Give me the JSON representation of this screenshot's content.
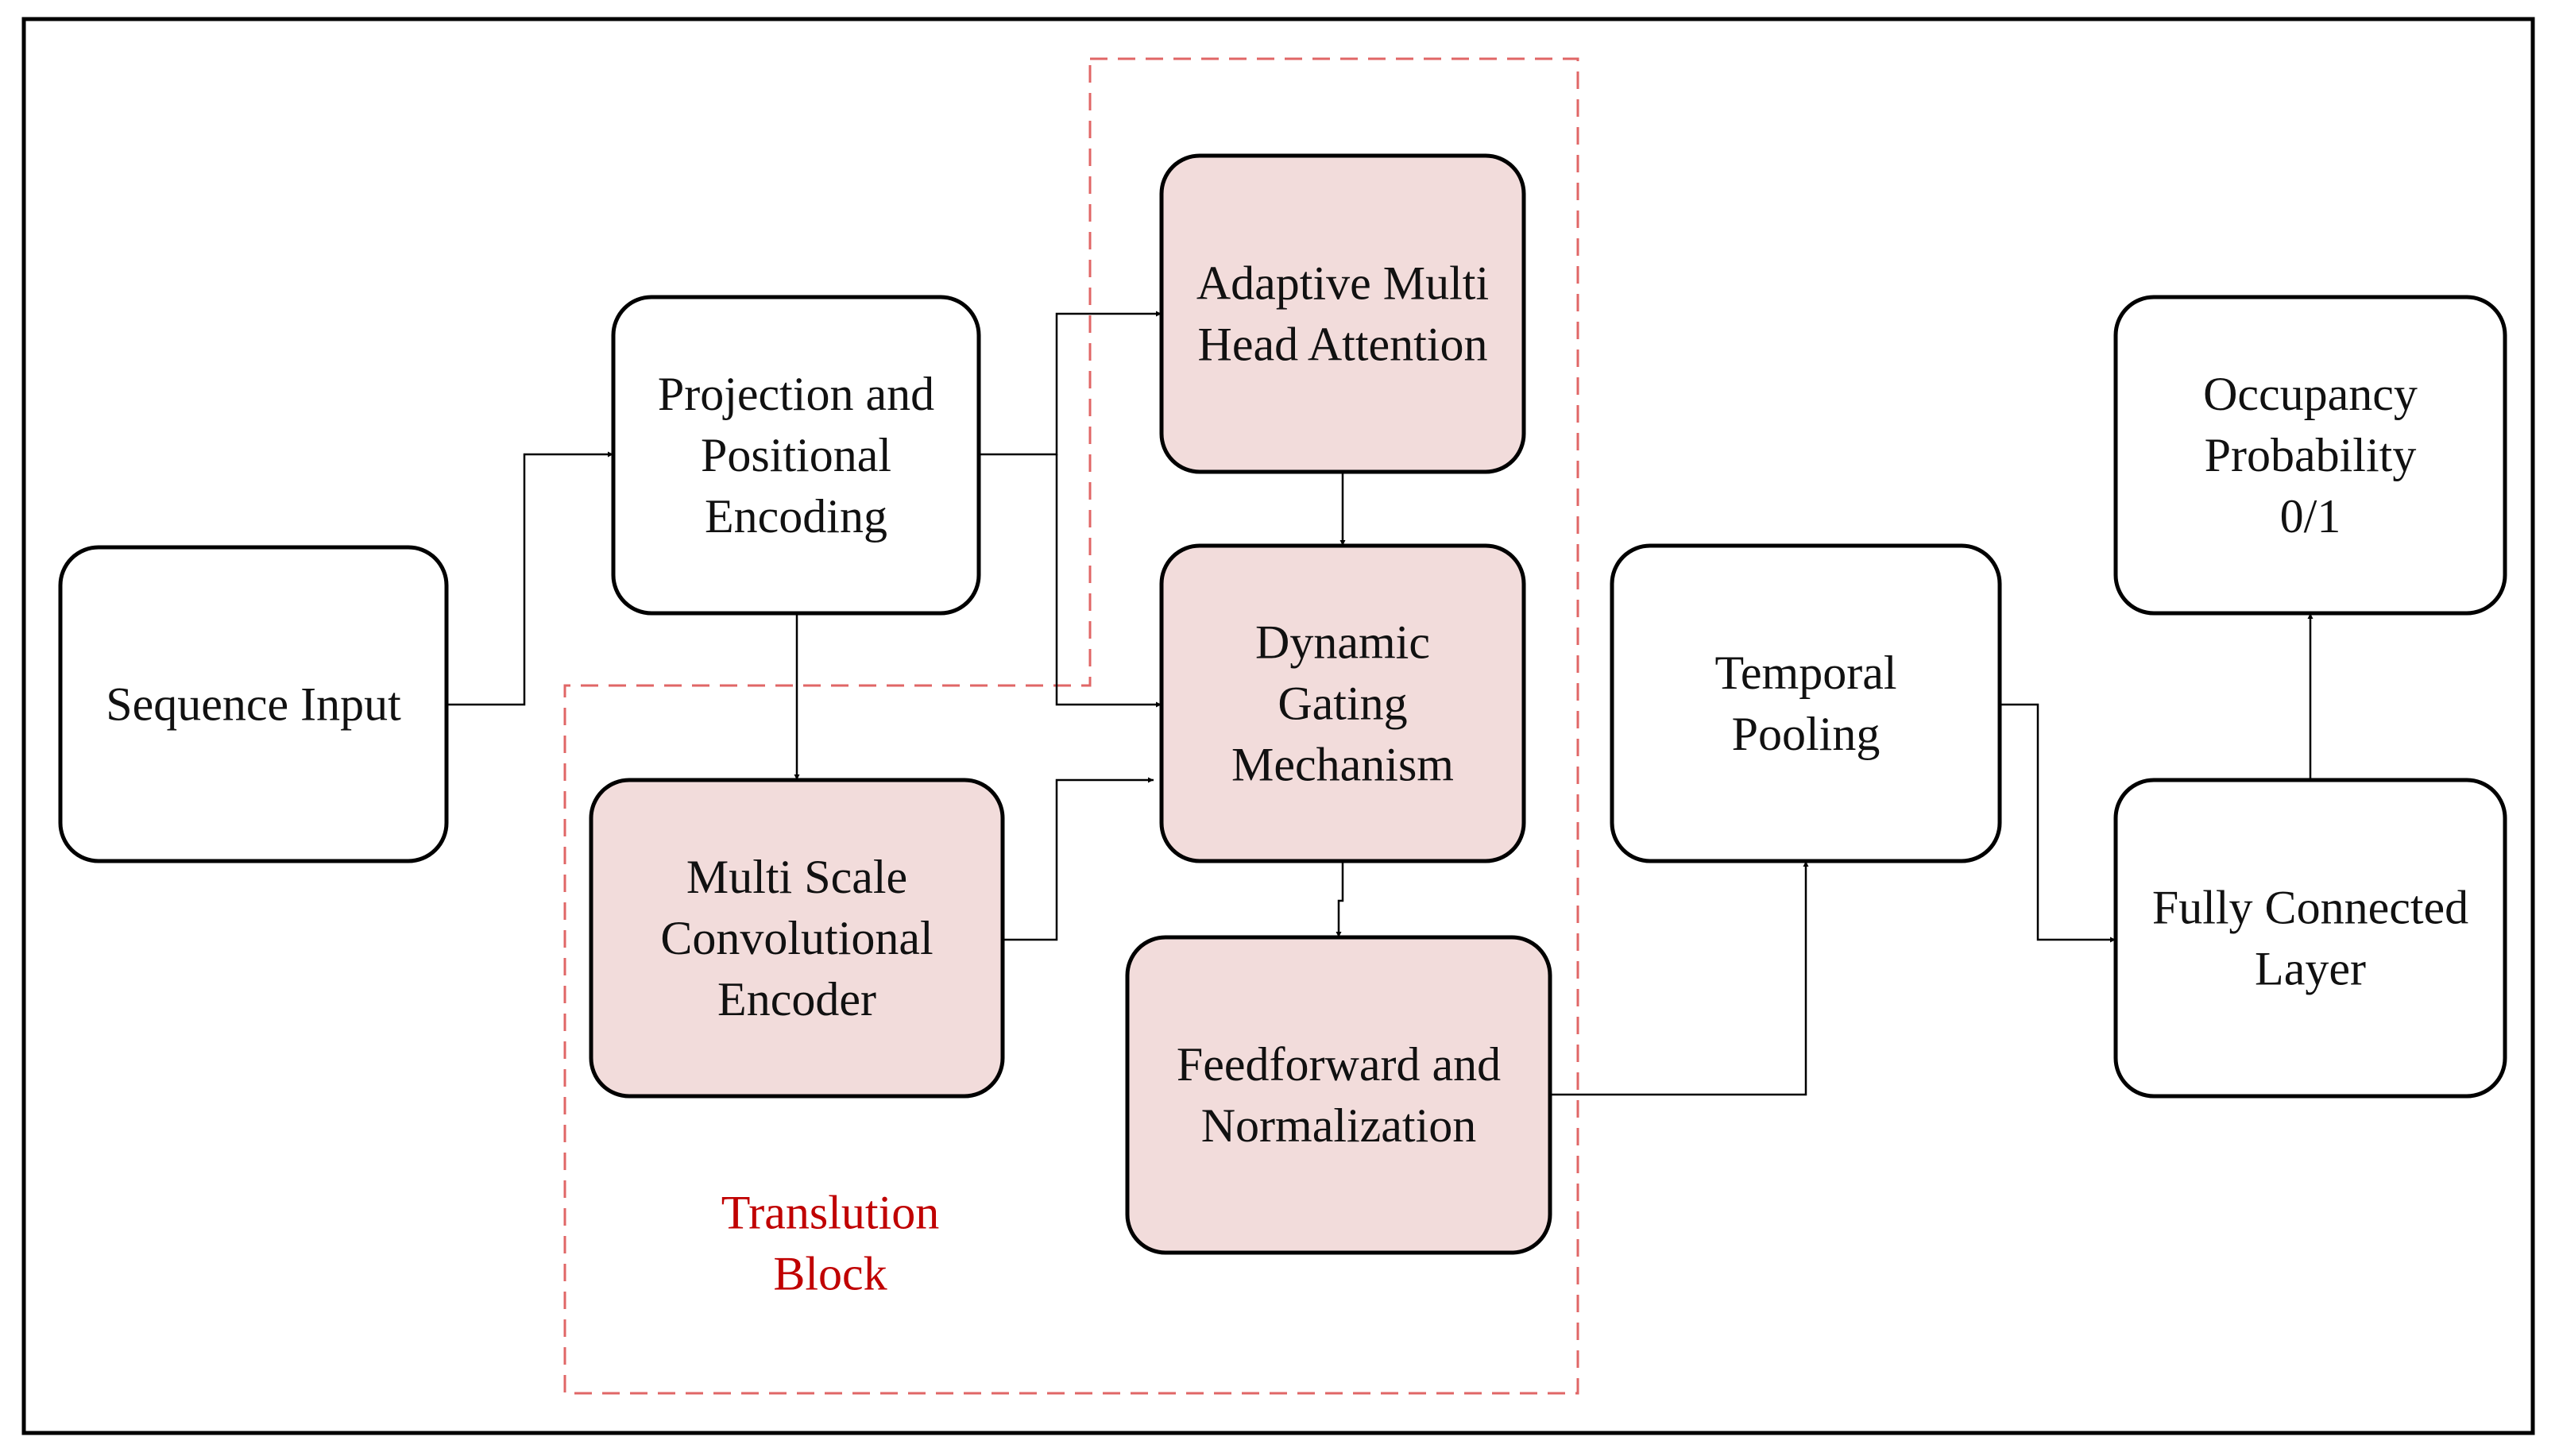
{
  "colors": {
    "border": "#000000",
    "highlight_fill": "#f2dcdb",
    "plain_fill": "#ffffff",
    "group_border": "#e06666",
    "group_label": "#c00000",
    "connector": "#000000"
  },
  "group": {
    "label_lines": [
      "Translution",
      "Block"
    ]
  },
  "nodes": {
    "sequence_input": {
      "lines": [
        "Sequence Input"
      ]
    },
    "projection": {
      "lines": [
        "Projection and",
        "Positional",
        "Encoding"
      ]
    },
    "attention": {
      "lines": [
        "Adaptive Multi",
        "Head Attention"
      ]
    },
    "gating": {
      "lines": [
        "Dynamic",
        "Gating",
        "Mechanism"
      ]
    },
    "conv_encoder": {
      "lines": [
        "Multi Scale",
        "Convolutional",
        "Encoder"
      ]
    },
    "feedforward": {
      "lines": [
        "Feedforward and",
        "Normalization"
      ]
    },
    "temporal_pooling": {
      "lines": [
        "Temporal",
        "Pooling"
      ]
    },
    "fully_connected": {
      "lines": [
        "Fully Connected",
        "Layer"
      ]
    },
    "occupancy": {
      "lines": [
        "Occupancy",
        "Probability",
        "0/1"
      ]
    }
  }
}
